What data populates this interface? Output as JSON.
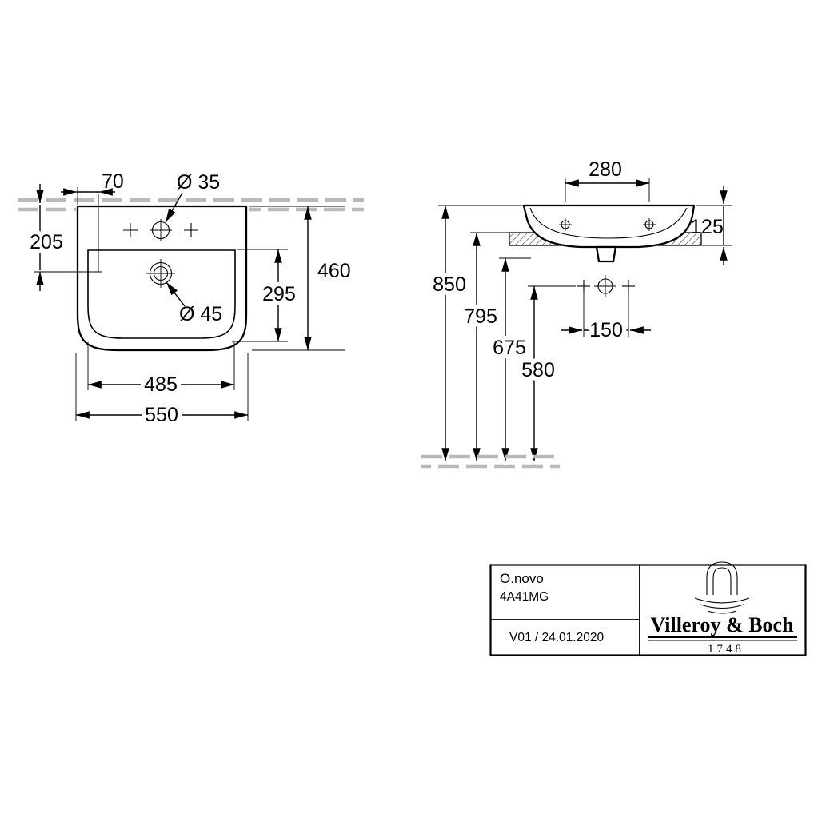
{
  "top_view": {
    "dim_70": "70",
    "dim_d35": "Ø 35",
    "dim_205": "205",
    "dim_460": "460",
    "dim_295": "295",
    "dim_d45": "Ø 45",
    "dim_485": "485",
    "dim_550": "550"
  },
  "side_view": {
    "dim_280": "280",
    "dim_125": "125",
    "dim_850": "850",
    "dim_795": "795",
    "dim_675": "675",
    "dim_580": "580",
    "dim_150": "150"
  },
  "title_block": {
    "series": "O.novo",
    "article": "4A41MG",
    "version": "V01 / 24.01.2020",
    "brand": "Villeroy & Boch",
    "founded": "1748"
  }
}
